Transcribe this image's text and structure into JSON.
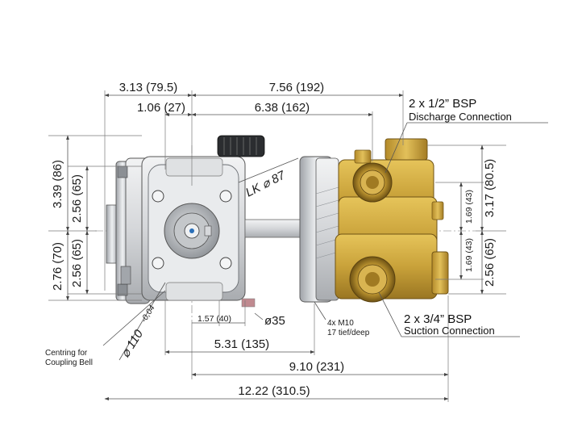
{
  "dimensions": {
    "top_left_width": "3.13 (79.5)",
    "top_overall_width": "7.56 (192)",
    "top_flange": "1.06 (27)",
    "top_to_manifold": "6.38 (162)",
    "left_upper_total": "3.39 (86)",
    "left_upper": "2.56 (65)",
    "left_lower_total": "2.76 (70)",
    "left_lower": "2.56 (65)",
    "right_upper_total": "3.17 (80.5)",
    "right_upper_small": "1.69 (43)",
    "right_lower_small": "1.69 (43)",
    "right_lower": "2.56 (65)",
    "shaft_offset": "1.57 (40)",
    "shaft_diameter": "ø35",
    "bottom_flange_to_mount": "5.31 (135)",
    "bottom_mount_span": "9.10 (231)",
    "bottom_overall": "12.22 (310.5)"
  },
  "annotations": {
    "bolt_circle": "LK ⌀ 87",
    "centring_diameter": "⌀ 110",
    "centring_tolerance": "-0,04",
    "centring_label_1": "Centring for",
    "centring_label_2": "Coupling Bell",
    "thread_1": "4x M10",
    "thread_2": "17 tief/deep"
  },
  "connections": {
    "discharge_title": "2 x 1/2” BSP",
    "discharge_label": "Discharge Connection",
    "suction_title": "2 x 3/4” BSP",
    "suction_label": "Suction Connection"
  },
  "colors": {
    "brass": "#c9a23a",
    "brass_dark": "#8c6a18",
    "steel": "#d8dadd",
    "steel_dark": "#6b6f74",
    "line": "#555555"
  }
}
